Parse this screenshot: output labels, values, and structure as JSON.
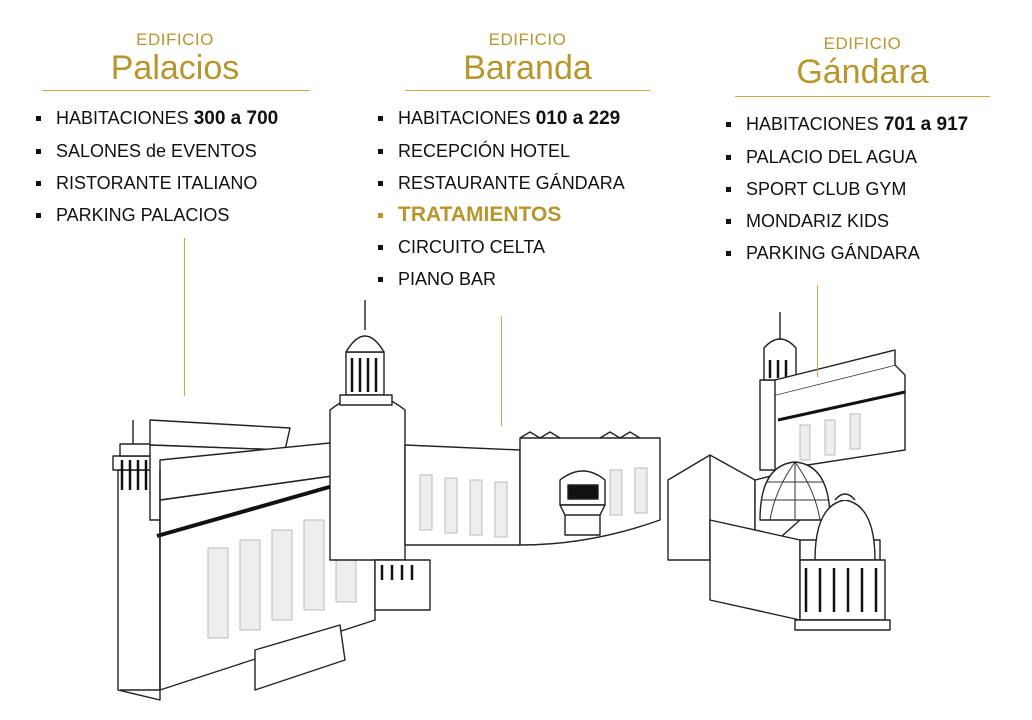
{
  "buildings": [
    {
      "prefix": "EDIFICIO",
      "name": "Palacios",
      "items": [
        {
          "text": "HABITACIONES ",
          "num": "300 a 700"
        },
        {
          "text": "SALONES de EVENTOS"
        },
        {
          "text": "RISTORANTE ITALIANO"
        },
        {
          "text": "PARKING PALACIOS"
        }
      ]
    },
    {
      "prefix": "EDIFICIO",
      "name": "Baranda",
      "items": [
        {
          "text": "HABITACIONES ",
          "num": "010 a 229"
        },
        {
          "text": "RECEPCIÓN HOTEL"
        },
        {
          "text": "RESTAURANTE GÁNDARA"
        },
        {
          "text": "TRATAMIENTOS",
          "highlight": true
        },
        {
          "text": "CIRCUITO CELTA"
        },
        {
          "text": "PIANO BAR"
        }
      ]
    },
    {
      "prefix": "EDIFICIO",
      "name": "Gándara",
      "items": [
        {
          "text": "HABITACIONES ",
          "num": "701 a 917"
        },
        {
          "text": "PALACIO DEL AGUA"
        },
        {
          "text": "SPORT CLUB GYM"
        },
        {
          "text": "MONDARIZ KIDS"
        },
        {
          "text": "PARKING GÁNDARA"
        }
      ]
    }
  ],
  "colors": {
    "accent": "#B8962E",
    "line": "#C9A84A",
    "ink": "#111111"
  }
}
